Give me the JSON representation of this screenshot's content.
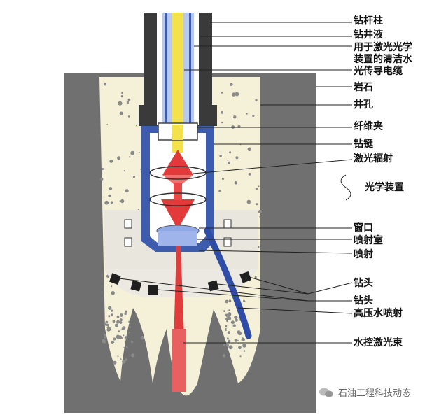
{
  "labels": [
    "钻杆柱",
    "钻井液",
    "用于激光光学",
    "装置的清洁水",
    "光传导电缆",
    "岩石",
    "井孔",
    "纤维夹",
    "钻铤",
    "激光辐射",
    "光学装置",
    "窗口",
    "喷射室",
    "喷射",
    "钻头",
    "钻头",
    "高压水喷射",
    "水控激光束"
  ],
  "watermark": "石油工程科技动态",
  "colors": {
    "rock": "#6f6f6f",
    "borehole": "#f4efd6",
    "drill_string": "#333333",
    "collar": "#3d5bb0",
    "cable": "#f2e04a",
    "laser": "#e23030",
    "water_jet": "#2f4da6"
  }
}
